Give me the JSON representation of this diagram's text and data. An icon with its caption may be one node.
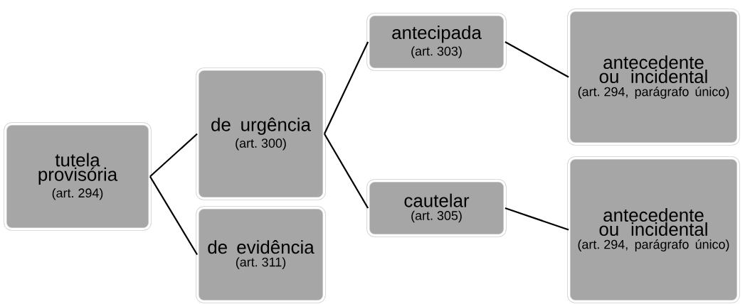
{
  "diagram": {
    "nodes": [
      {
        "text": [
          "tutela provisória",
          "(art. 294)"
        ]
      },
      {
        "text": [
          "de urgência",
          "(art. 300)"
        ]
      },
      {
        "text": [
          "de evidência",
          "(art. 311)"
        ]
      },
      {
        "text": [
          "antecipada",
          "(art. 303)"
        ]
      },
      {
        "text": [
          "cautelar",
          "(art. 305)"
        ]
      },
      {
        "text": [
          "antecedente ou incidental",
          "(art. 294, parágrafo único)"
        ]
      },
      {
        "text": [
          "antecedente ou incidental",
          "(art. 294, parágrafo único)"
        ]
      }
    ],
    "edges": [
      {
        "from": 0,
        "to": 1,
        "arrow": "none"
      },
      {
        "from": 0,
        "to": 2,
        "arrow": "none"
      },
      {
        "from": 1,
        "to": 3,
        "arrow": "none"
      },
      {
        "from": 1,
        "to": 4,
        "arrow": "none"
      },
      {
        "from": 3,
        "to": 5,
        "arrow": "none"
      },
      {
        "from": 4,
        "to": 6,
        "arrow": "none"
      }
    ]
  }
}
